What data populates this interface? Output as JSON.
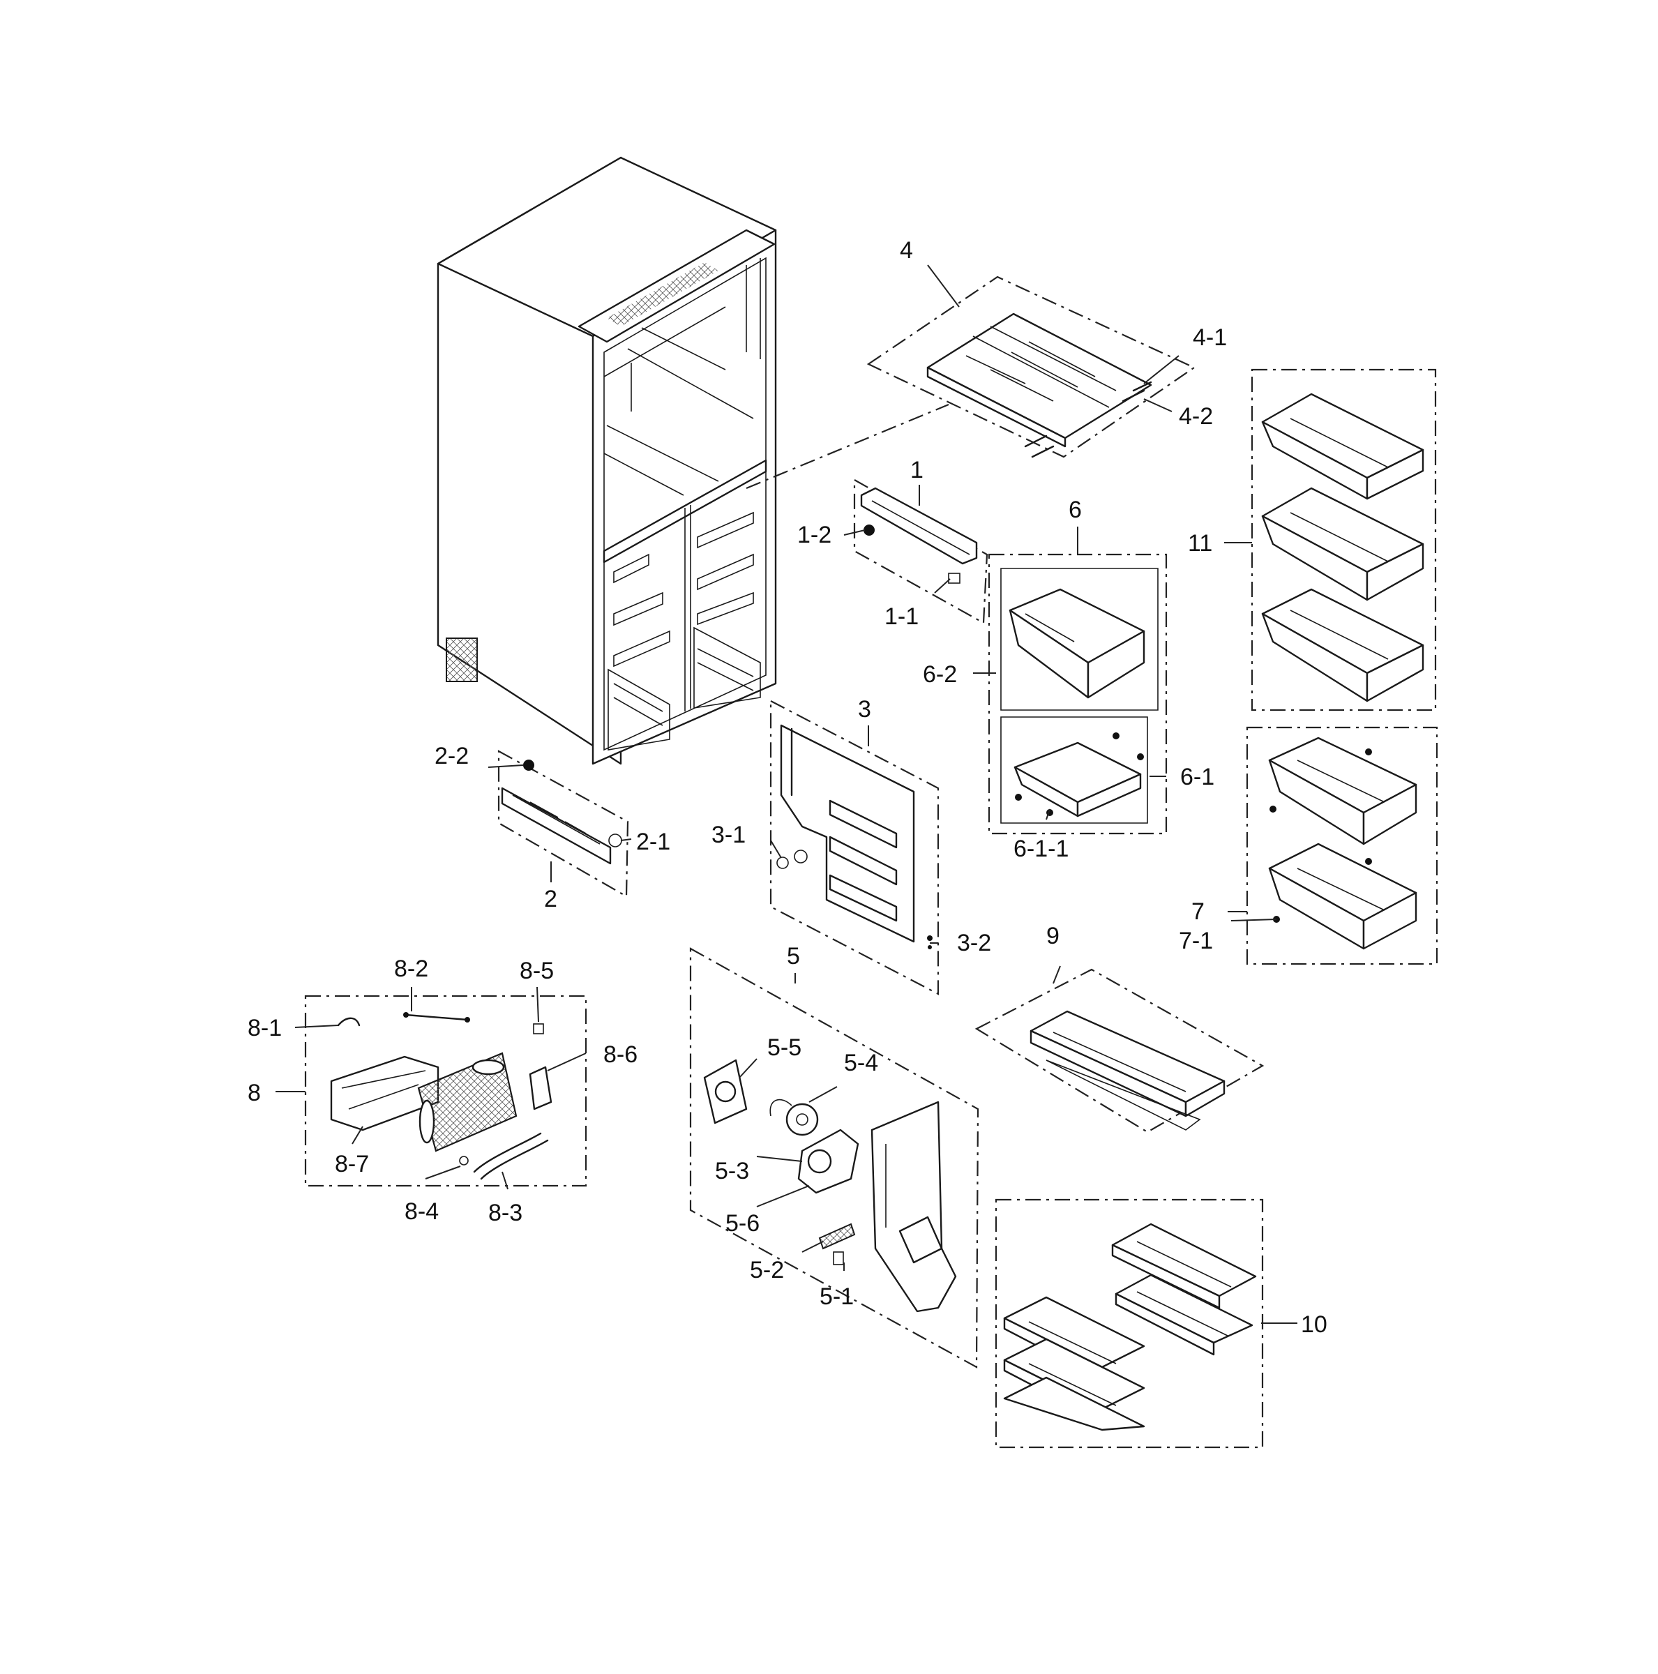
{
  "callouts": {
    "c1": "1",
    "c1_1": "1-1",
    "c1_2": "1-2",
    "c2": "2",
    "c2_1": "2-1",
    "c2_2": "2-2",
    "c3": "3",
    "c3_1": "3-1",
    "c3_2": "3-2",
    "c4": "4",
    "c4_1": "4-1",
    "c4_2": "4-2",
    "c5": "5",
    "c5_1": "5-1",
    "c5_2": "5-2",
    "c5_3": "5-3",
    "c5_4": "5-4",
    "c5_5": "5-5",
    "c5_6": "5-6",
    "c6": "6",
    "c6_1": "6-1",
    "c6_1_1": "6-1-1",
    "c6_2": "6-2",
    "c7": "7",
    "c7_1": "7-1",
    "c8": "8",
    "c8_1": "8-1",
    "c8_2": "8-2",
    "c8_3": "8-3",
    "c8_4": "8-4",
    "c8_5": "8-5",
    "c8_6": "8-6",
    "c8_7": "8-7",
    "c9": "9",
    "c10": "10",
    "c11": "11"
  },
  "colors": {
    "line": "#1a1a1a",
    "background": "#ffffff"
  }
}
